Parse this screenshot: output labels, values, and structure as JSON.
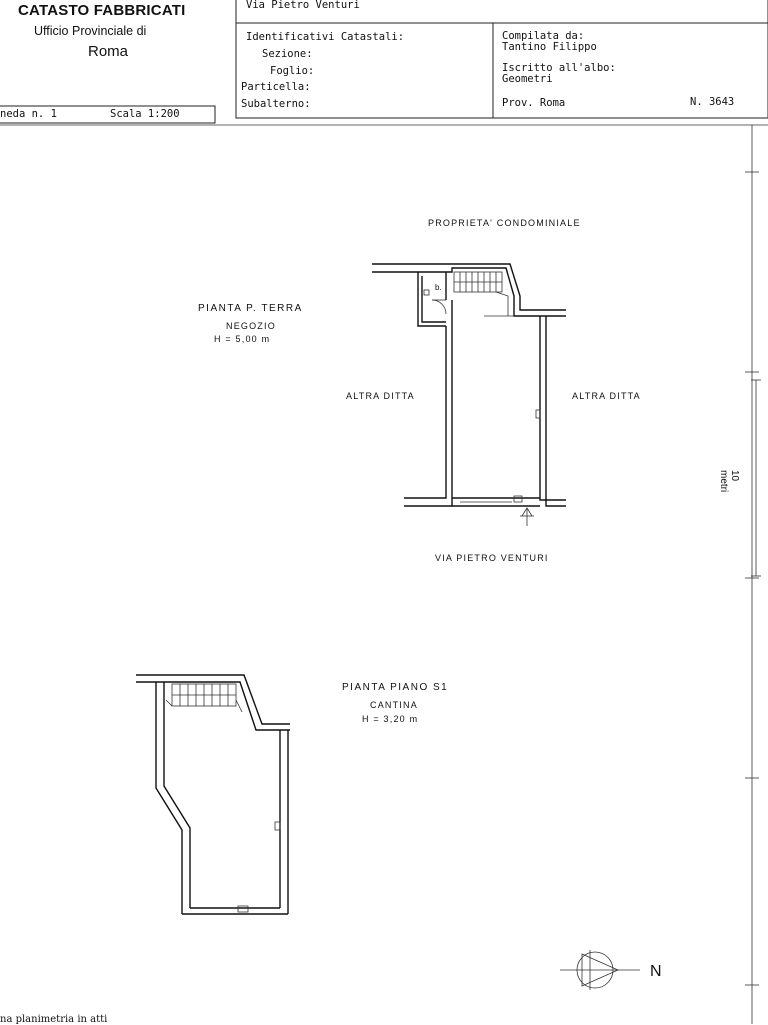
{
  "header": {
    "title": "CATASTO FABBRICATI",
    "office": "Ufficio Provinciale di",
    "city": "Roma",
    "address": "Via Pietro Venturi",
    "identificativi_label": "Identificativi Catastali:",
    "sezione_label": "Sezione:",
    "foglio_label": "Foglio:",
    "particella_label": "Particella:",
    "subalterno_label": "Subalterno:",
    "compilata_label": "Compilata da:",
    "compilata_name": "Tantino Filippo",
    "iscritto_label": "Iscritto all'albo:",
    "albo": "Geometri",
    "prov": "Prov. Roma",
    "numero": "N.  3643",
    "scheda": "neda n. 1",
    "scala": "Scala 1:200"
  },
  "plan_top": {
    "above": "PROPRIETA'  CONDOMINIALE",
    "title": "PIANTA  P. TERRA",
    "use": "NEGOZIO",
    "height": "H = 5,00 m",
    "left_neighbor": "ALTRA  DITTA",
    "right_neighbor": "ALTRA  DITTA",
    "street": "VIA  PIETRO  VENTURI",
    "wc_label": "b."
  },
  "plan_bottom": {
    "title": "PIANTA  PIANO  S1",
    "use": "CANTINA",
    "height": "H = 3,20 m"
  },
  "side_label": "10 metri",
  "north_label": "N",
  "footer": "na planimetria in atti"
}
